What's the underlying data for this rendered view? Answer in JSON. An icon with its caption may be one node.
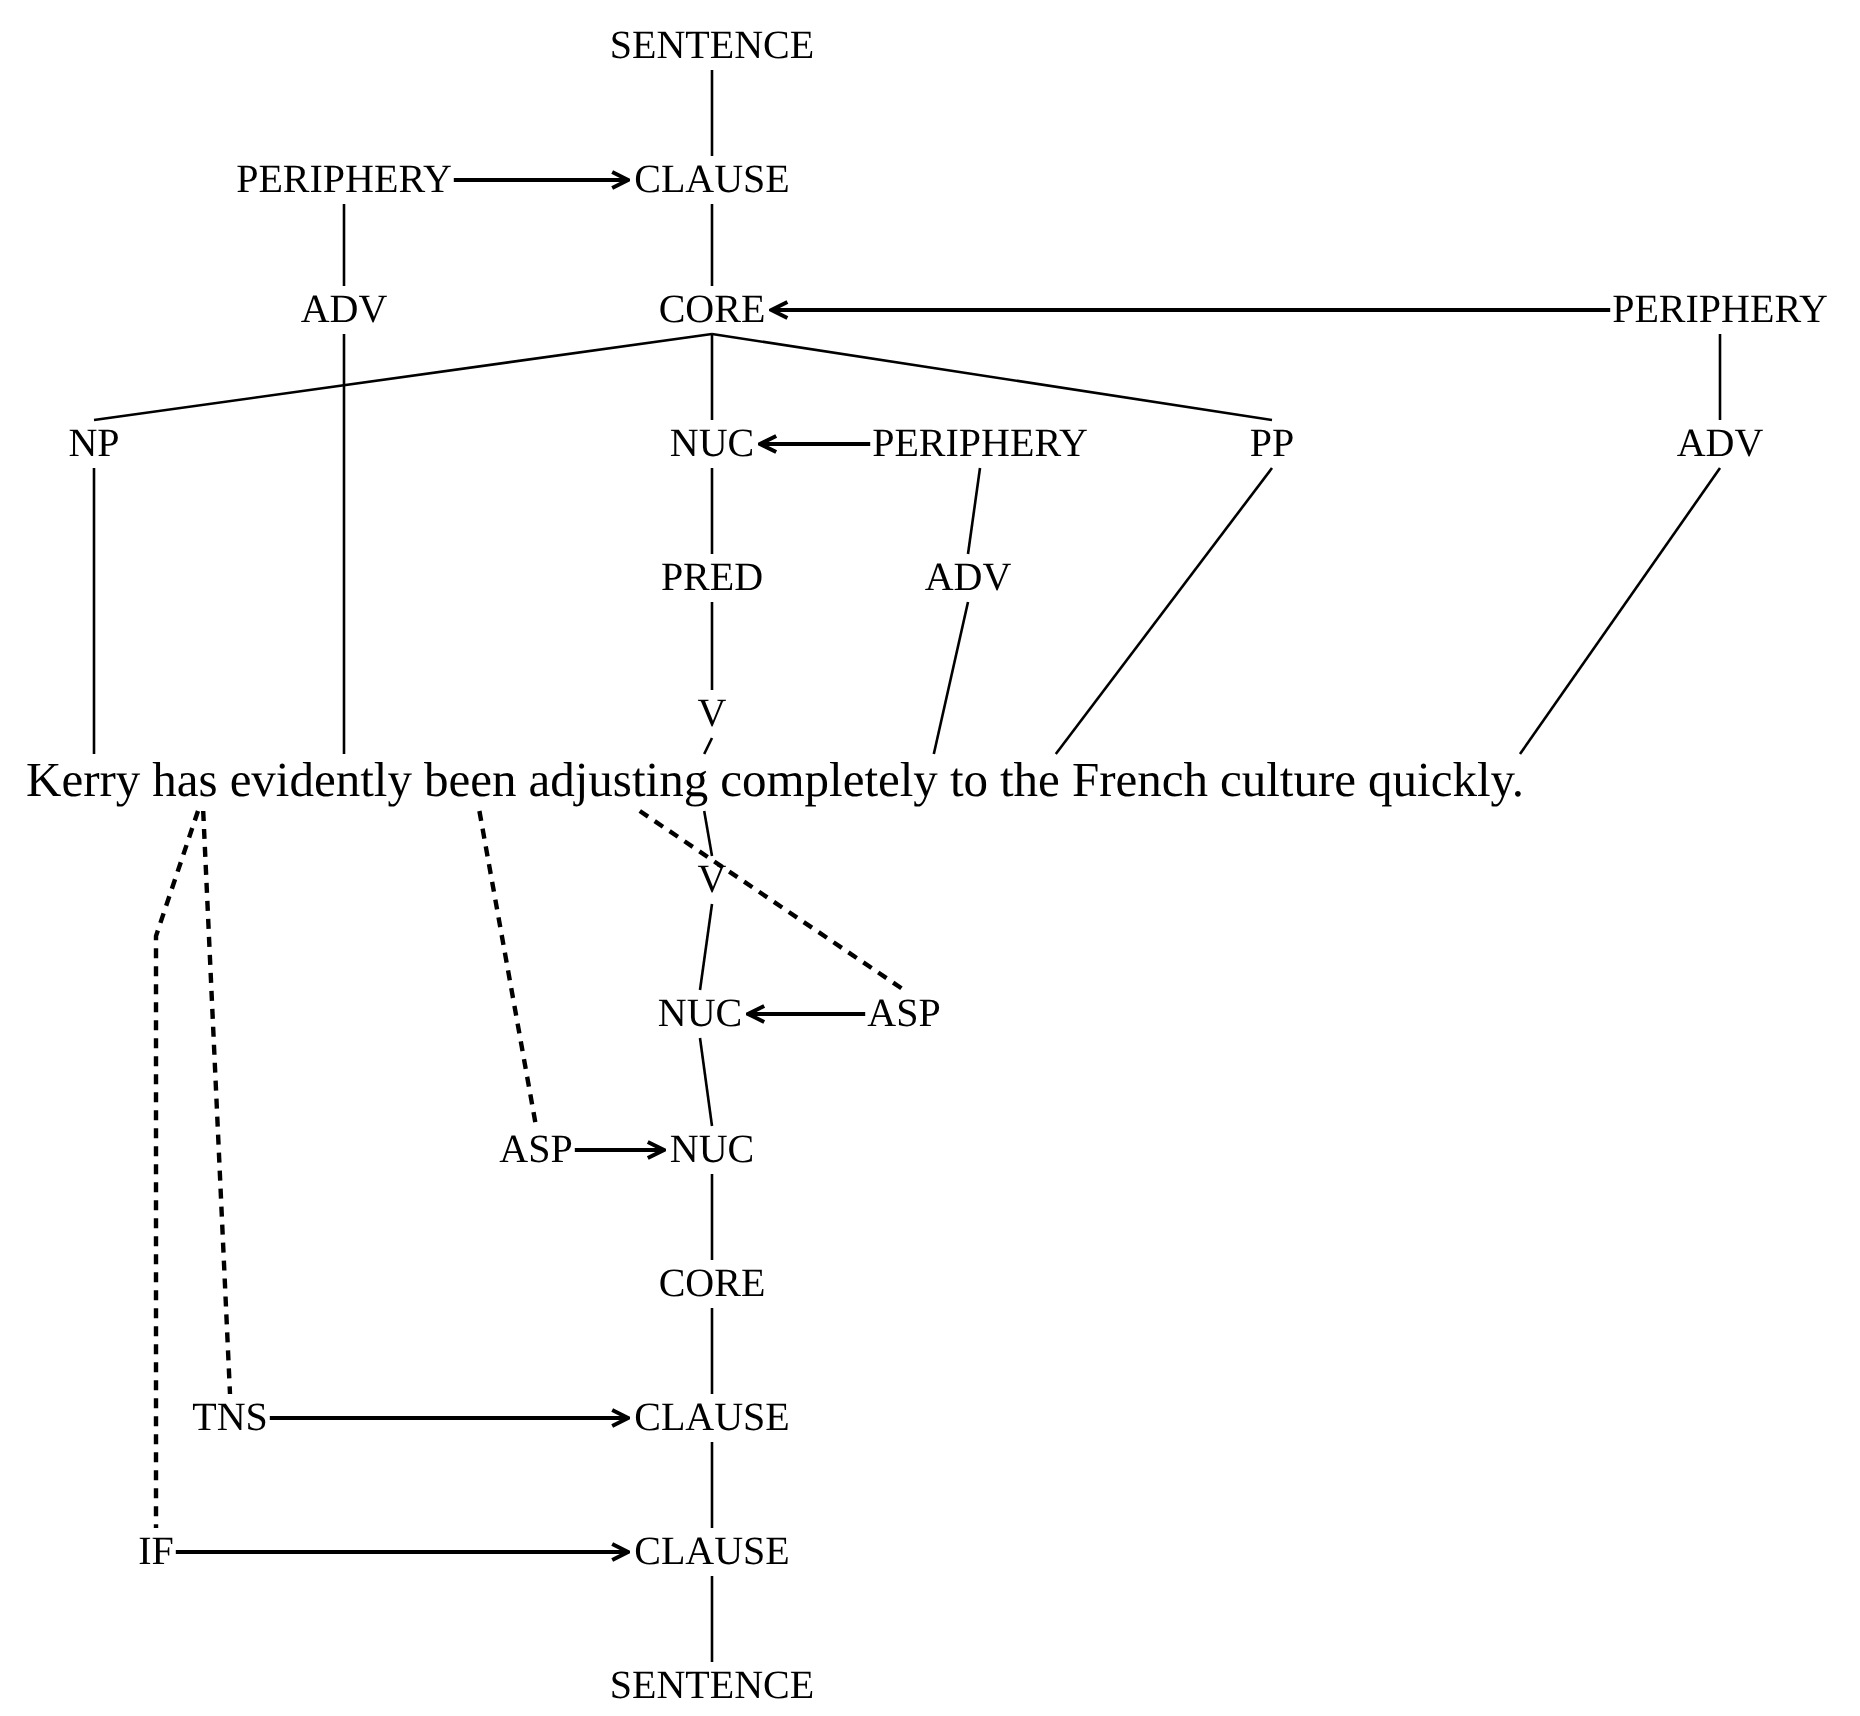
{
  "diagram": {
    "nodes": [
      {
        "text": [
          "SENTENCE"
        ]
      },
      {
        "text": [
          "PERIPHERY"
        ]
      },
      {
        "text": [
          "CLAUSE"
        ]
      },
      {
        "text": [
          "ADV"
        ]
      },
      {
        "text": [
          "CORE"
        ]
      },
      {
        "text": [
          "PERIPHERY"
        ]
      },
      {
        "text": [
          "NP"
        ]
      },
      {
        "text": [
          "NUC"
        ]
      },
      {
        "text": [
          "PERIPHERY"
        ]
      },
      {
        "text": [
          "PP"
        ]
      },
      {
        "text": [
          "ADV"
        ]
      },
      {
        "text": [
          "PRED"
        ]
      },
      {
        "text": [
          "ADV"
        ]
      },
      {
        "text": [
          "V"
        ]
      },
      {
        "text": [
          "Kerry"
        ]
      },
      {
        "text": [
          "has"
        ]
      },
      {
        "text": [
          "evidently"
        ]
      },
      {
        "text": [
          "been"
        ]
      },
      {
        "text": [
          "adjusting"
        ]
      },
      {
        "text": [
          "completely"
        ]
      },
      {
        "text": [
          "to"
        ]
      },
      {
        "text": [
          "the"
        ]
      },
      {
        "text": [
          "French"
        ]
      },
      {
        "text": [
          "culture"
        ]
      },
      {
        "text": [
          "quickly."
        ]
      },
      {
        "text": [
          "V"
        ]
      },
      {
        "text": [
          "NUC"
        ]
      },
      {
        "text": [
          "ASP"
        ]
      },
      {
        "text": [
          "ASP"
        ]
      },
      {
        "text": [
          "NUC"
        ]
      },
      {
        "text": [
          "CORE"
        ]
      },
      {
        "text": [
          "TNS"
        ]
      },
      {
        "text": [
          "CLAUSE"
        ]
      },
      {
        "text": [
          "IF"
        ]
      },
      {
        "text": [
          "CLAUSE"
        ]
      },
      {
        "text": [
          "SENTENCE"
        ]
      }
    ],
    "edges": [
      {
        "from": 0,
        "to": 2,
        "arrow": "none"
      },
      {
        "from": 1,
        "to": 2,
        "arrow": "to"
      },
      {
        "from": 2,
        "to": 4,
        "arrow": "none"
      },
      {
        "from": 1,
        "to": 3,
        "arrow": "none"
      },
      {
        "from": 5,
        "to": 4,
        "arrow": "to"
      },
      {
        "from": 4,
        "to": 6,
        "arrow": "none"
      },
      {
        "from": 4,
        "to": 7,
        "arrow": "none"
      },
      {
        "from": 4,
        "to": 9,
        "arrow": "none"
      },
      {
        "from": 5,
        "to": 10,
        "arrow": "none"
      },
      {
        "from": 8,
        "to": 7,
        "arrow": "to"
      },
      {
        "from": 8,
        "to": 12,
        "arrow": "none"
      },
      {
        "from": 7,
        "to": 11,
        "arrow": "none"
      },
      {
        "from": 11,
        "to": 13,
        "arrow": "none"
      },
      {
        "from": 3,
        "to": 16,
        "arrow": "none"
      },
      {
        "from": 6,
        "to": 14,
        "arrow": "none"
      },
      {
        "from": 13,
        "to": 18,
        "arrow": "none"
      },
      {
        "from": 12,
        "to": 19,
        "arrow": "none"
      },
      {
        "from": 9,
        "to": 21,
        "arrow": "none"
      },
      {
        "from": 10,
        "to": 24,
        "arrow": "none"
      },
      {
        "from": 18,
        "to": 25,
        "arrow": "none"
      },
      {
        "from": 25,
        "to": 26,
        "arrow": "none"
      },
      {
        "from": 27,
        "to": 26,
        "arrow": "to"
      },
      {
        "from": 18,
        "to": 27,
        "arrow": "none",
        "style": "dashed"
      },
      {
        "from": 26,
        "to": 29,
        "arrow": "none"
      },
      {
        "from": 28,
        "to": 29,
        "arrow": "to"
      },
      {
        "from": 17,
        "to": 28,
        "arrow": "none",
        "style": "dashed"
      },
      {
        "from": 29,
        "to": 30,
        "arrow": "none"
      },
      {
        "from": 30,
        "to": 32,
        "arrow": "none"
      },
      {
        "from": 31,
        "to": 32,
        "arrow": "to"
      },
      {
        "from": 15,
        "to": 31,
        "arrow": "none",
        "style": "dashed"
      },
      {
        "from": 32,
        "to": 34,
        "arrow": "none"
      },
      {
        "from": 33,
        "to": 34,
        "arrow": "to"
      },
      {
        "from": 15,
        "to": 33,
        "arrow": "none",
        "style": "dashed"
      },
      {
        "from": 34,
        "to": 35,
        "arrow": "none"
      }
    ]
  }
}
